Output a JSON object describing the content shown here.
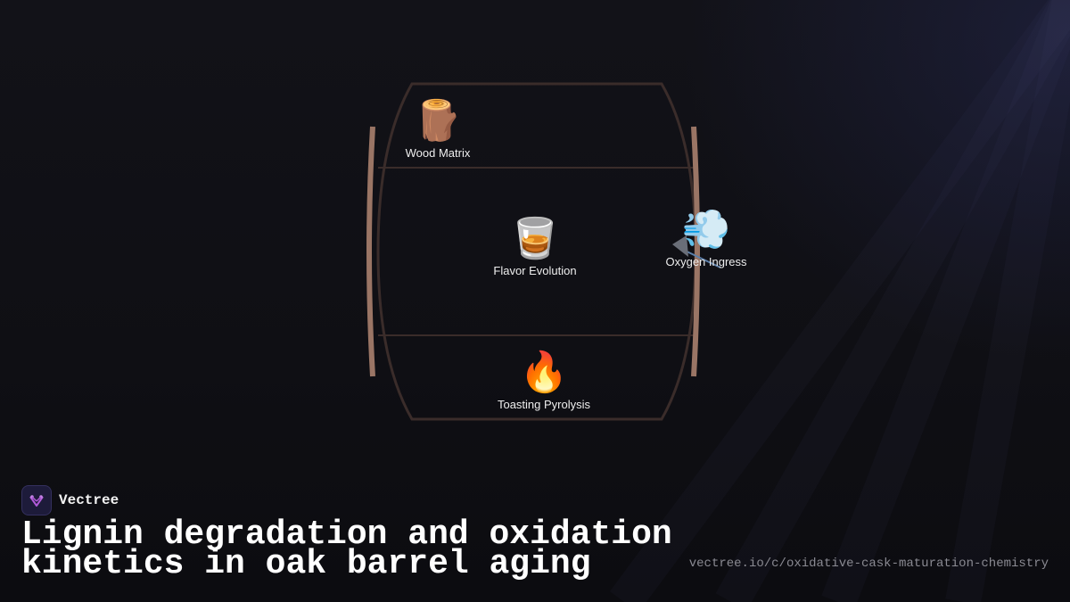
{
  "brand": {
    "name": "Vectree"
  },
  "headline": "Lignin degradation and oxidation kinetics in oak barrel aging",
  "url": "vectree.io/c/oxidative-cask-maturation-chemistry",
  "diagram": {
    "nodes": [
      {
        "label": "Wood Matrix",
        "icon": "wood-log-icon",
        "glyph": "🪵"
      },
      {
        "label": "Flavor Evolution",
        "icon": "whiskey-glass-icon",
        "glyph": "🥃"
      },
      {
        "label": "Oxygen Ingress",
        "icon": "wind-gust-icon",
        "glyph": "💨"
      },
      {
        "label": "Toasting Pyrolysis",
        "icon": "fire-icon",
        "glyph": "🔥"
      }
    ]
  },
  "colors": {
    "background": "#0f0f14",
    "barrel_stroke": "#3a2c2a",
    "barrel_stave": "#9a7565",
    "arrow": "#5d7fa8",
    "url_text": "#8a8a92",
    "logo_accent": "#b05ad8"
  }
}
